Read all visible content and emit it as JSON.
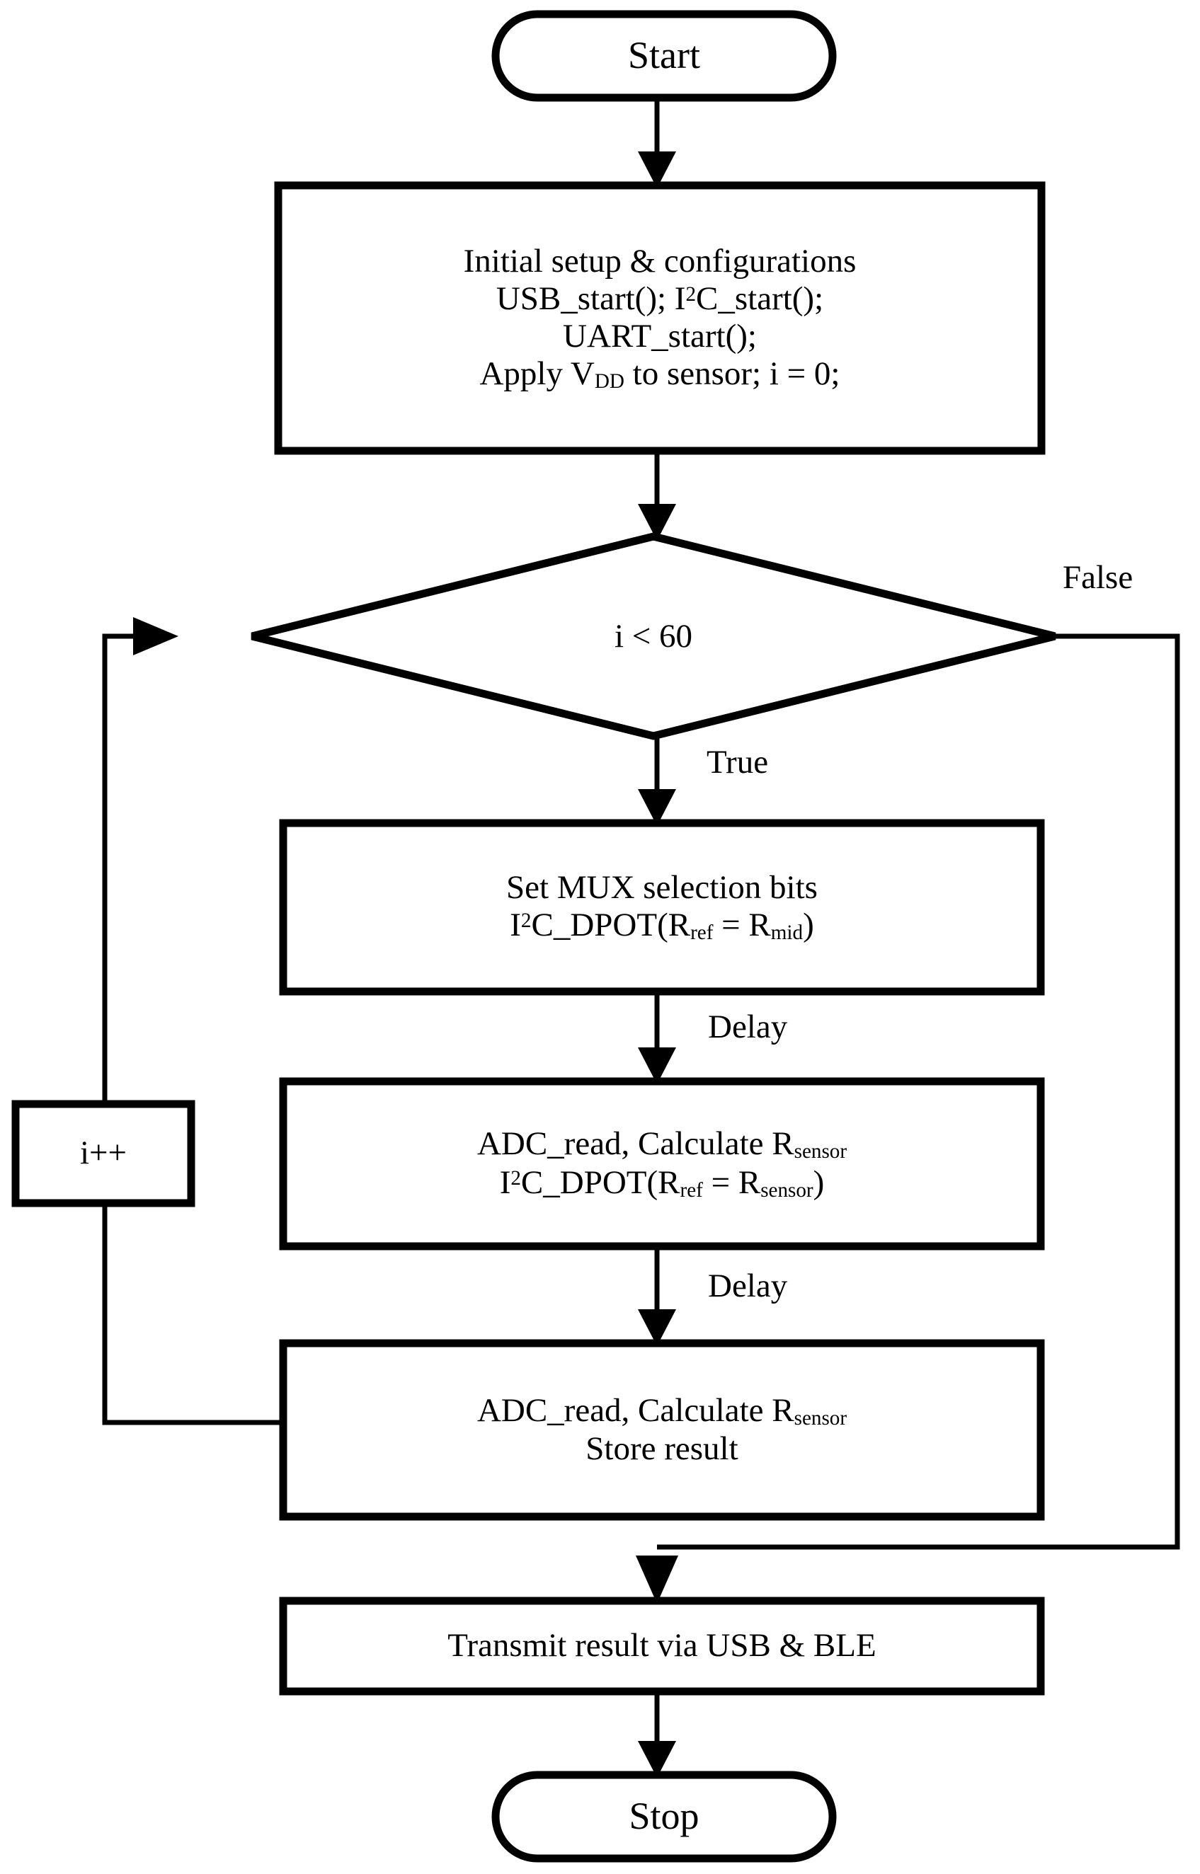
{
  "diagram": {
    "type": "flowchart",
    "title": "Firmware measurement loop flowchart",
    "orientation": "top-to-bottom",
    "stroke_color": "#000000",
    "fill_color": "#ffffff",
    "background_color": "#ffffff"
  },
  "nodes": {
    "start": {
      "shape": "terminator",
      "label": "Start"
    },
    "setup": {
      "shape": "process",
      "lines": [
        "Initial setup & configurations",
        "USB_start(); I2C_start();",
        "UART_start();",
        "Apply VDD to sensor; i = 0;"
      ],
      "line1": "Initial setup & configurations",
      "line2_a": "USB_start(); I",
      "line2_sup": "2",
      "line2_b": "C_start();",
      "line3": "UART_start();",
      "line4_a": "Apply V",
      "line4_sub": "DD",
      "line4_b": " to sensor; i = 0;"
    },
    "condition": {
      "shape": "decision",
      "label": "i < 60"
    },
    "mux": {
      "shape": "process",
      "lines": [
        "Set MUX selection bits",
        "I2C_DPOT(Rref = Rmid)"
      ],
      "line1": "Set MUX selection bits",
      "line2_a": "I",
      "line2_sup": "2",
      "line2_b": "C_DPOT(R",
      "line2_sub1": "ref",
      "line2_c": " = R",
      "line2_sub2": "mid",
      "line2_d": ")"
    },
    "adc1": {
      "shape": "process",
      "lines": [
        "ADC_read, Calculate Rsensor",
        "I2C_DPOT(Rref = Rsensor)"
      ],
      "line1_a": "ADC_read, Calculate R",
      "line1_sub": "sensor",
      "line2_a": "I",
      "line2_sup": "2",
      "line2_b": "C_DPOT(R",
      "line2_sub1": "ref",
      "line2_c": " = R",
      "line2_sub2": "sensor",
      "line2_d": ")"
    },
    "adc2": {
      "shape": "process",
      "lines": [
        "ADC_read, Calculate Rsensor",
        "Store result"
      ],
      "line1_a": "ADC_read, Calculate R",
      "line1_sub": "sensor",
      "line2": "Store result"
    },
    "increment": {
      "shape": "process",
      "label": "i++"
    },
    "transmit": {
      "shape": "process",
      "label": "Transmit result via USB & BLE"
    },
    "stop": {
      "shape": "terminator",
      "label": "Stop"
    }
  },
  "edge_labels": {
    "false": "False",
    "true": "True",
    "delay_1": "Delay",
    "delay_2": "Delay"
  },
  "edges": [
    {
      "from": "start",
      "to": "setup",
      "label": ""
    },
    {
      "from": "setup",
      "to": "condition",
      "label": ""
    },
    {
      "from": "condition",
      "to": "mux",
      "label": "True"
    },
    {
      "from": "condition",
      "to": "transmit",
      "label": "False"
    },
    {
      "from": "mux",
      "to": "adc1",
      "label": "Delay"
    },
    {
      "from": "adc1",
      "to": "adc2",
      "label": "Delay"
    },
    {
      "from": "adc2",
      "to": "increment",
      "label": ""
    },
    {
      "from": "increment",
      "to": "condition",
      "label": ""
    },
    {
      "from": "transmit",
      "to": "stop",
      "label": ""
    }
  ]
}
